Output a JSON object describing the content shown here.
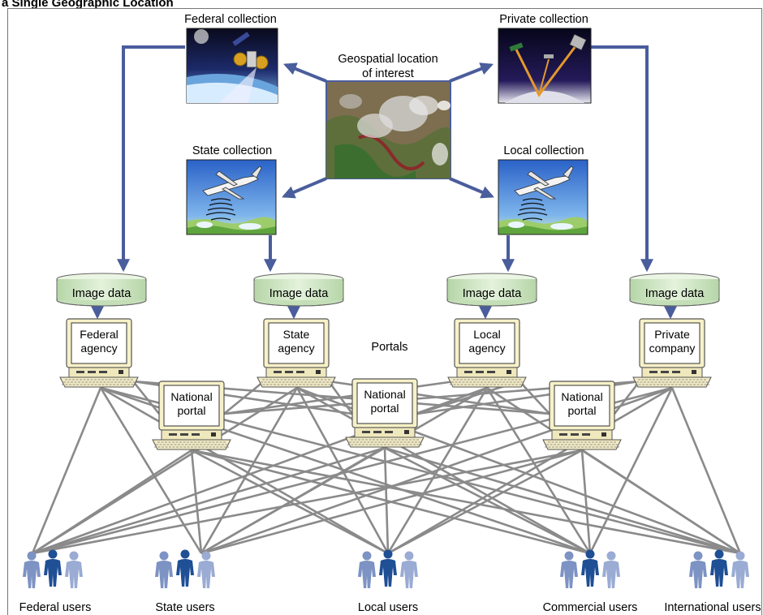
{
  "diagram": {
    "title_fragment": "a Single Geographic Location",
    "center_image_label": [
      "Geospatial location",
      "of interest"
    ],
    "portals_label": "Portals",
    "collections": [
      {
        "id": "federal",
        "label": "Federal collection",
        "icon": "satellite-in-orbit-image"
      },
      {
        "id": "private",
        "label": "Private collection",
        "icon": "satellite-constellation-image"
      },
      {
        "id": "state",
        "label": "State collection",
        "icon": "survey-aircraft-image"
      },
      {
        "id": "local",
        "label": "Local collection",
        "icon": "survey-aircraft-image"
      }
    ],
    "image_data_label": "Image data",
    "agencies": [
      {
        "id": "federal",
        "lines": [
          "Federal",
          "agency"
        ]
      },
      {
        "id": "state",
        "lines": [
          "State",
          "agency"
        ]
      },
      {
        "id": "local",
        "lines": [
          "Local",
          "agency"
        ]
      },
      {
        "id": "private",
        "lines": [
          "Private",
          "company"
        ]
      }
    ],
    "national_portals": [
      {
        "id": "np1",
        "lines": [
          "National",
          "portal"
        ]
      },
      {
        "id": "np2",
        "lines": [
          "National",
          "portal"
        ]
      },
      {
        "id": "np3",
        "lines": [
          "National",
          "portal"
        ]
      }
    ],
    "user_groups": [
      {
        "id": "federal",
        "label": "Federal users"
      },
      {
        "id": "state",
        "label": "State users"
      },
      {
        "id": "local",
        "label": "Local users"
      },
      {
        "id": "commercial",
        "label": "Commercial users"
      },
      {
        "id": "international",
        "label": "International users"
      }
    ],
    "colors": {
      "arrow": "#4a5d9c",
      "connector": "#8a8a8a",
      "computer_body": "#f7f1c8",
      "cylinder_fill": "#cfe5c4",
      "user_light": "#7d93c4",
      "user_dark": "#1f4f95"
    }
  }
}
